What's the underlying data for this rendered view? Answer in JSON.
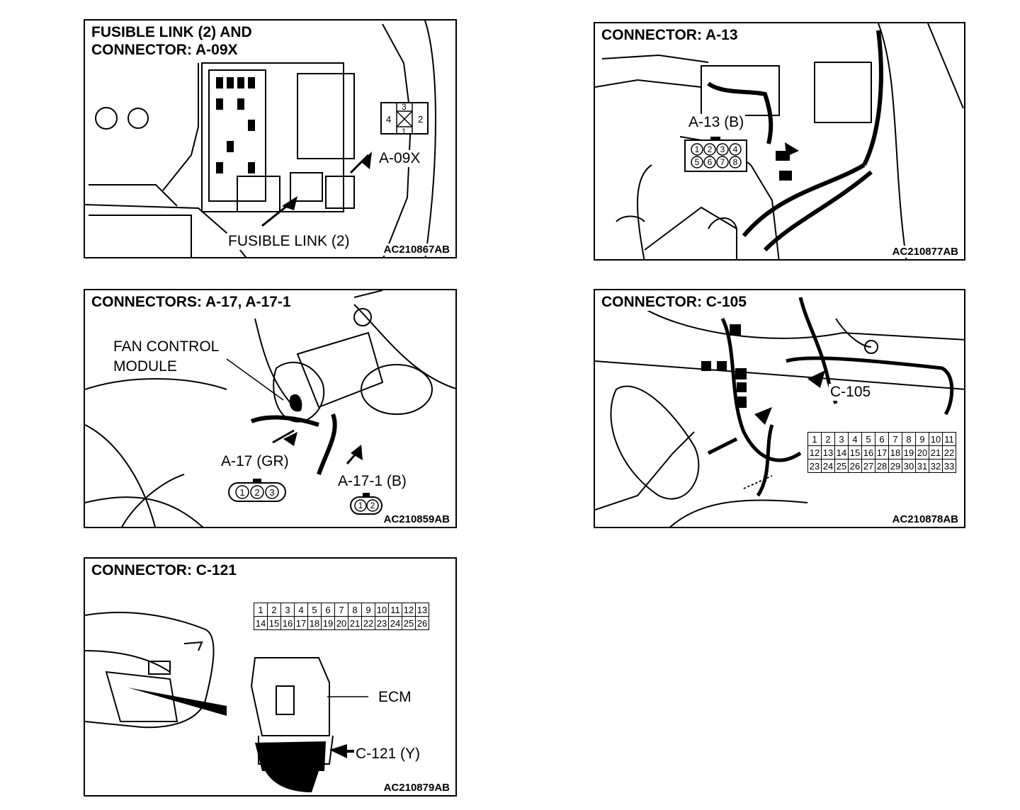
{
  "panels": {
    "p1": {
      "title": "FUSIBLE LINK (2) AND\nCONNECTOR: A-09X",
      "code": "AC210867AB",
      "labels": {
        "connector": "A-09X",
        "fusible": "FUSIBLE LINK (2)"
      },
      "pins": [
        "3",
        "4",
        "2",
        "1"
      ]
    },
    "p2": {
      "title": "CONNECTOR: A-13",
      "code": "AC210877AB",
      "labels": {
        "connector": "A-13 (B)"
      },
      "pins": [
        "1",
        "2",
        "3",
        "4",
        "5",
        "6",
        "7",
        "8"
      ]
    },
    "p3": {
      "title": "CONNECTORS: A-17, A-17-1",
      "code": "AC210859AB",
      "labels": {
        "module": "FAN CONTROL\nMODULE",
        "a17": "A-17 (GR)",
        "a171": "A-17-1 (B)"
      },
      "pins_a17": [
        "1",
        "2",
        "3"
      ],
      "pins_a171": [
        "1",
        "2"
      ]
    },
    "p4": {
      "title": "CONNECTOR: C-105",
      "code": "AC210878AB",
      "labels": {
        "connector": "C-105"
      },
      "grid": [
        [
          "1",
          "2",
          "3",
          "4",
          "5",
          "6",
          "7",
          "8",
          "9",
          "10",
          "11"
        ],
        [
          "12",
          "13",
          "14",
          "15",
          "16",
          "17",
          "18",
          "19",
          "20",
          "21",
          "22"
        ],
        [
          "23",
          "24",
          "25",
          "26",
          "27",
          "28",
          "29",
          "30",
          "31",
          "32",
          "33"
        ]
      ]
    },
    "p5": {
      "title": "CONNECTOR: C-121",
      "code": "AC210879AB",
      "labels": {
        "ecm": "ECM",
        "connector": "C-121 (Y)"
      },
      "grid": [
        [
          "1",
          "2",
          "3",
          "4",
          "5",
          "6",
          "7",
          "8",
          "9",
          "10",
          "11",
          "12",
          "13"
        ],
        [
          "14",
          "15",
          "16",
          "17",
          "18",
          "19",
          "20",
          "21",
          "22",
          "23",
          "24",
          "25",
          "26"
        ]
      ]
    }
  }
}
